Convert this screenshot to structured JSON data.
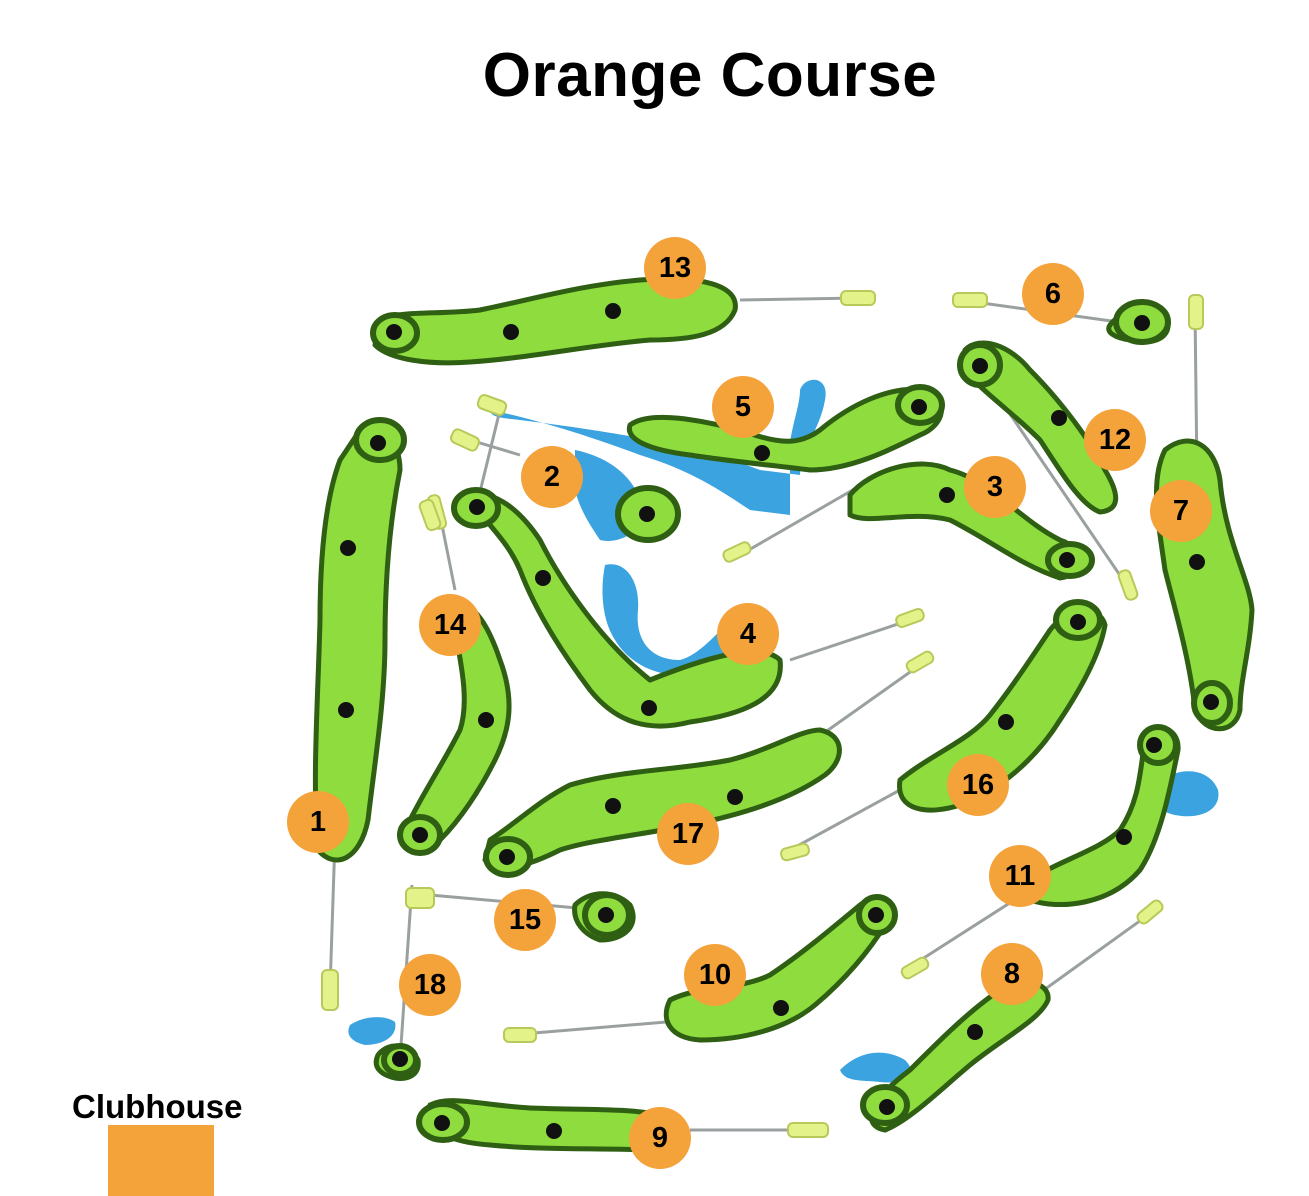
{
  "title": "Orange Course",
  "legend": {
    "clubhouse_label": "Clubhouse",
    "clubhouse_color": "#f4a23a"
  },
  "colors": {
    "fairway": "#8edc3e",
    "fairway_outline": "#2e5f12",
    "water": "#3aa3e0",
    "tee": "#e4f28a",
    "hole_marker": "#f4a23a",
    "pin": "#111111"
  },
  "holes": [
    {
      "number": "1"
    },
    {
      "number": "2"
    },
    {
      "number": "3"
    },
    {
      "number": "4"
    },
    {
      "number": "5"
    },
    {
      "number": "6"
    },
    {
      "number": "7"
    },
    {
      "number": "8"
    },
    {
      "number": "9"
    },
    {
      "number": "10"
    },
    {
      "number": "11"
    },
    {
      "number": "12"
    },
    {
      "number": "13"
    },
    {
      "number": "14"
    },
    {
      "number": "15"
    },
    {
      "number": "16"
    },
    {
      "number": "17"
    },
    {
      "number": "18"
    }
  ]
}
